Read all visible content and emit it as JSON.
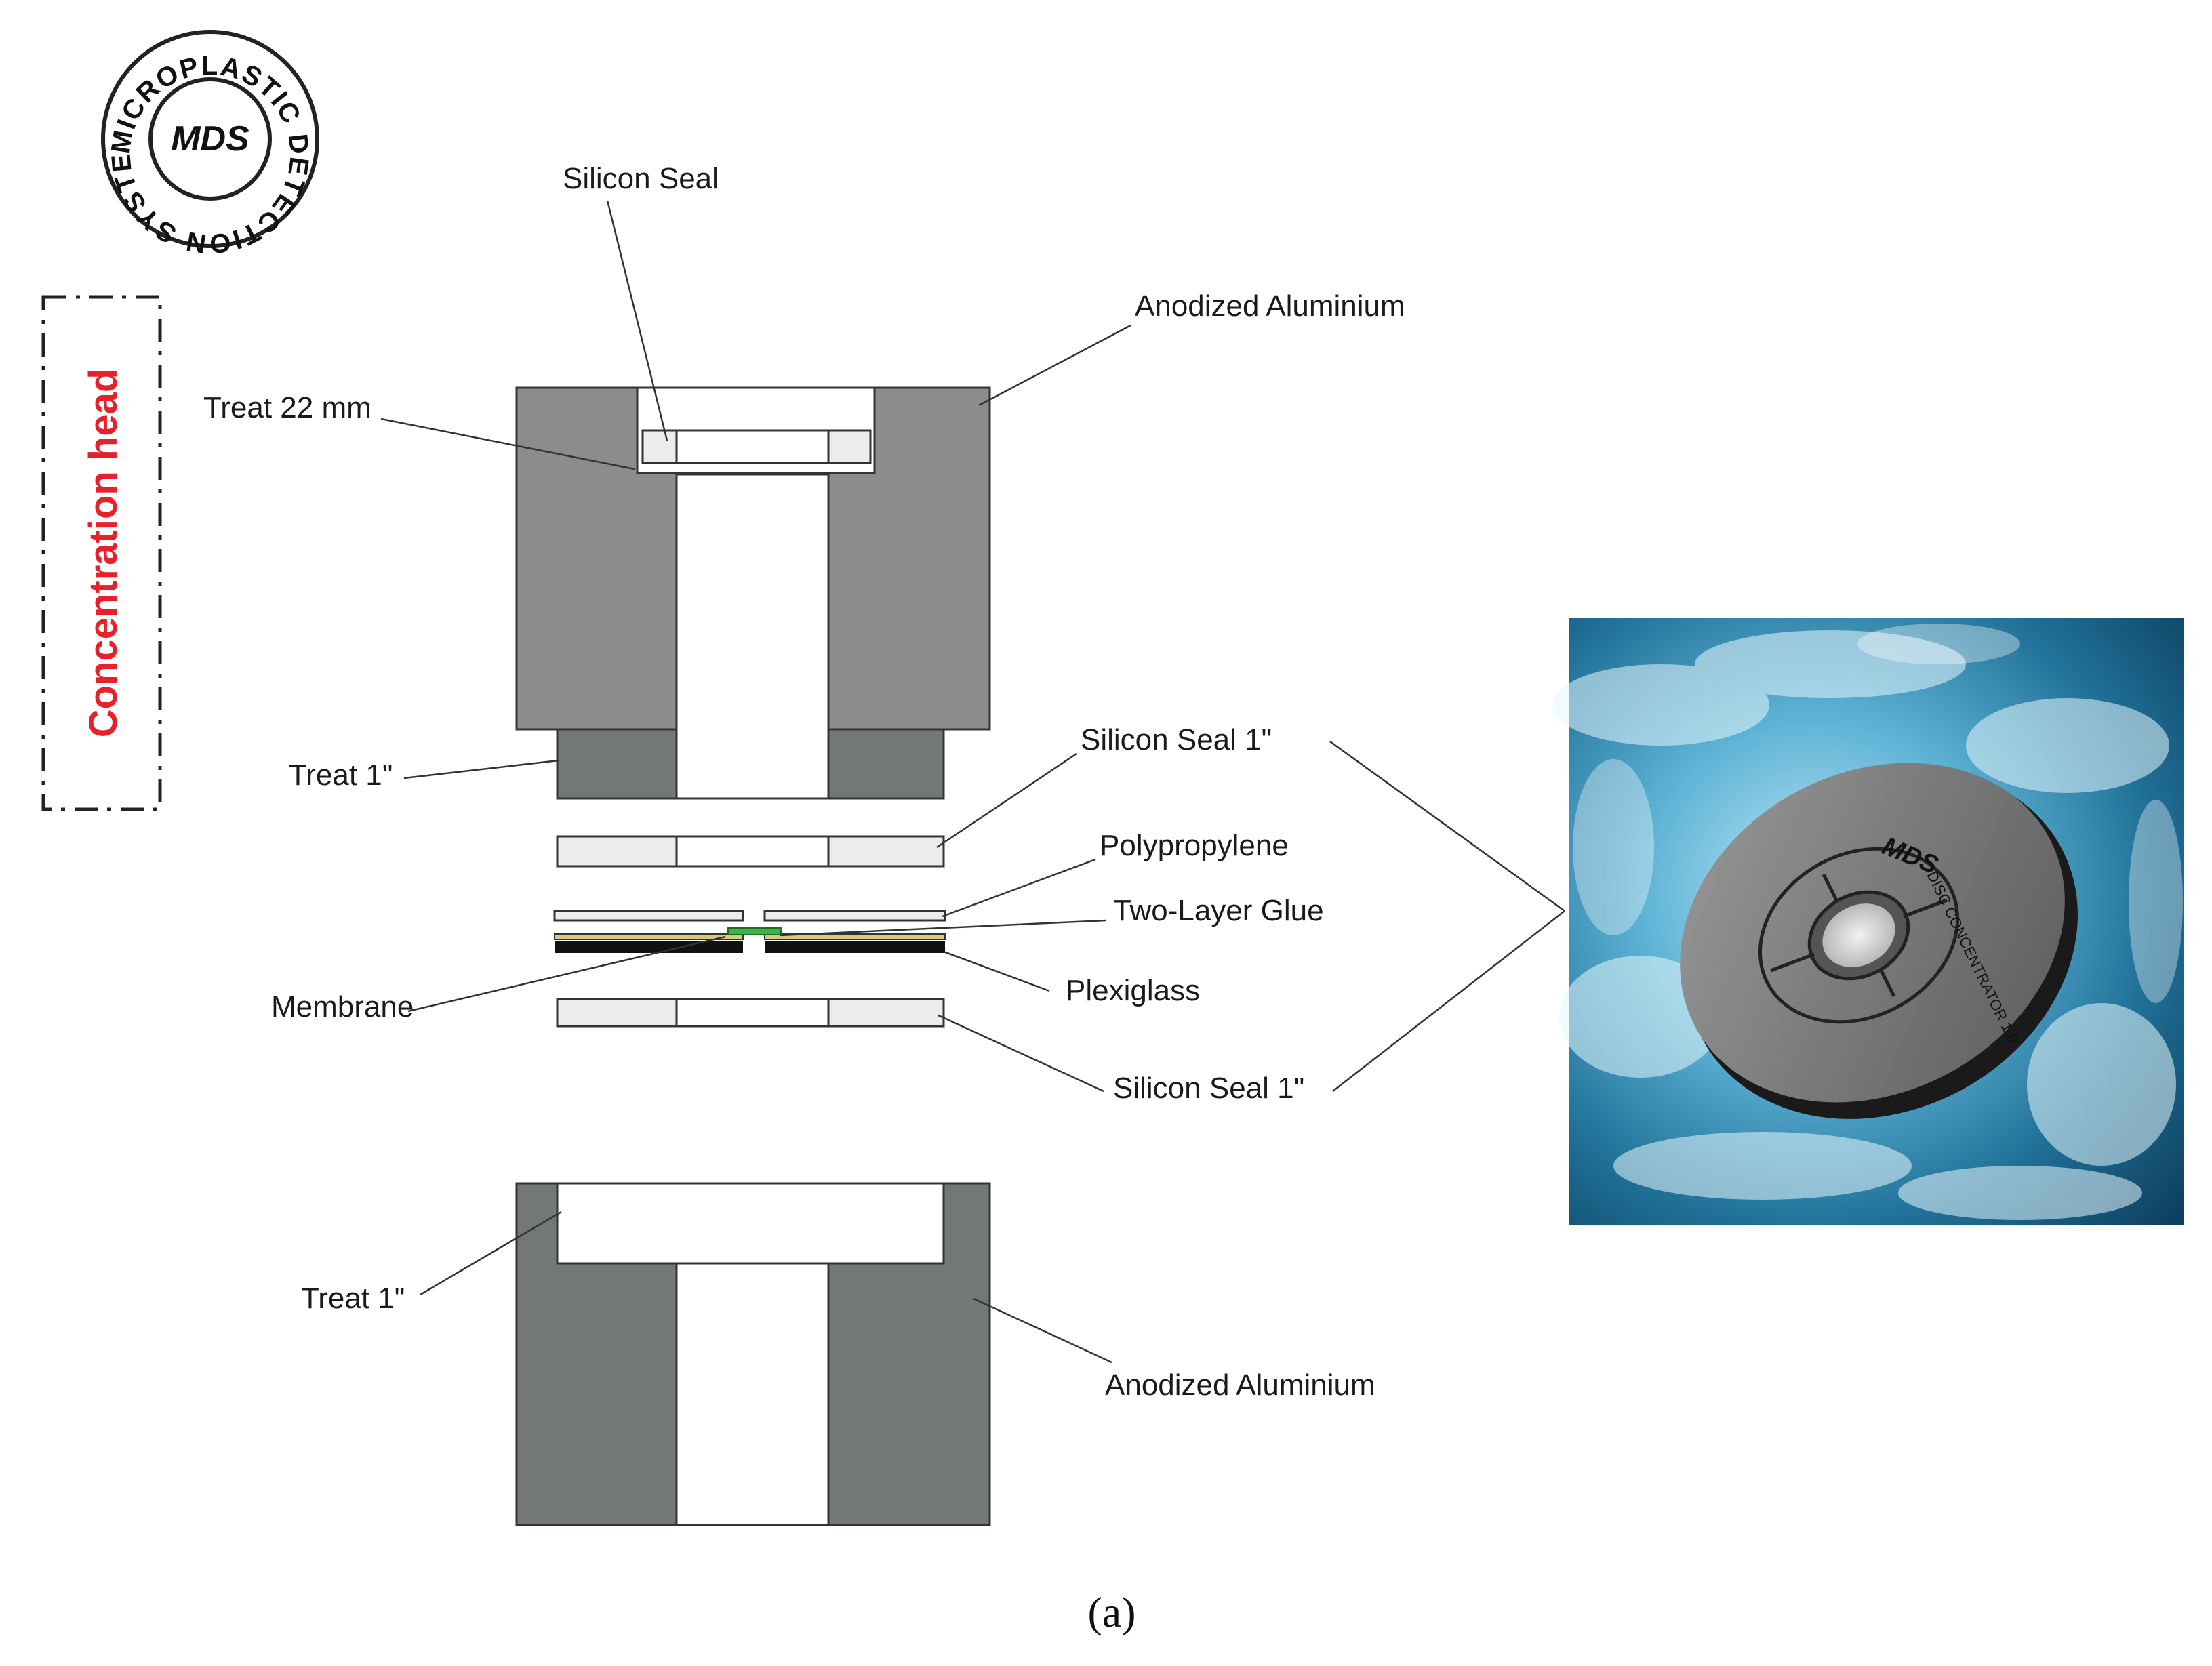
{
  "logo": {
    "ring_text": "MICROPLASTIC DETECTION SYSTEM",
    "center_text": "MDS"
  },
  "side_label": "Concentration head",
  "labels": {
    "silicon_seal_top": "Silicon Seal",
    "anodized_top": "Anodized Aluminium",
    "treat_22": "Treat 22 mm",
    "treat_1_upper": "Treat 1\"",
    "silicon_seal_1_upper": "Silicon Seal 1\"",
    "polypropylene": "Polypropylene",
    "two_layer_glue": "Two-Layer Glue",
    "membrane": "Membrane",
    "plexiglass": "Plexiglass",
    "silicon_seal_1_lower": "Silicon Seal 1\"",
    "treat_1_lower": "Treat 1\"",
    "anodized_bottom": "Anodized Aluminium"
  },
  "photo": {
    "disc_brand": "MDS",
    "disc_text": "DISC CONCENTRATOR 1.0"
  },
  "caption": "(a)",
  "colors": {
    "aluminium": "#8c8c8e",
    "aluminium_dark": "#747778",
    "seal": "#ececec",
    "glue": "#d8c87a",
    "membrane": "#3cb44a",
    "plexiglass": "#111111",
    "side_label": "#e8202a",
    "water": "#2d7fa6"
  }
}
